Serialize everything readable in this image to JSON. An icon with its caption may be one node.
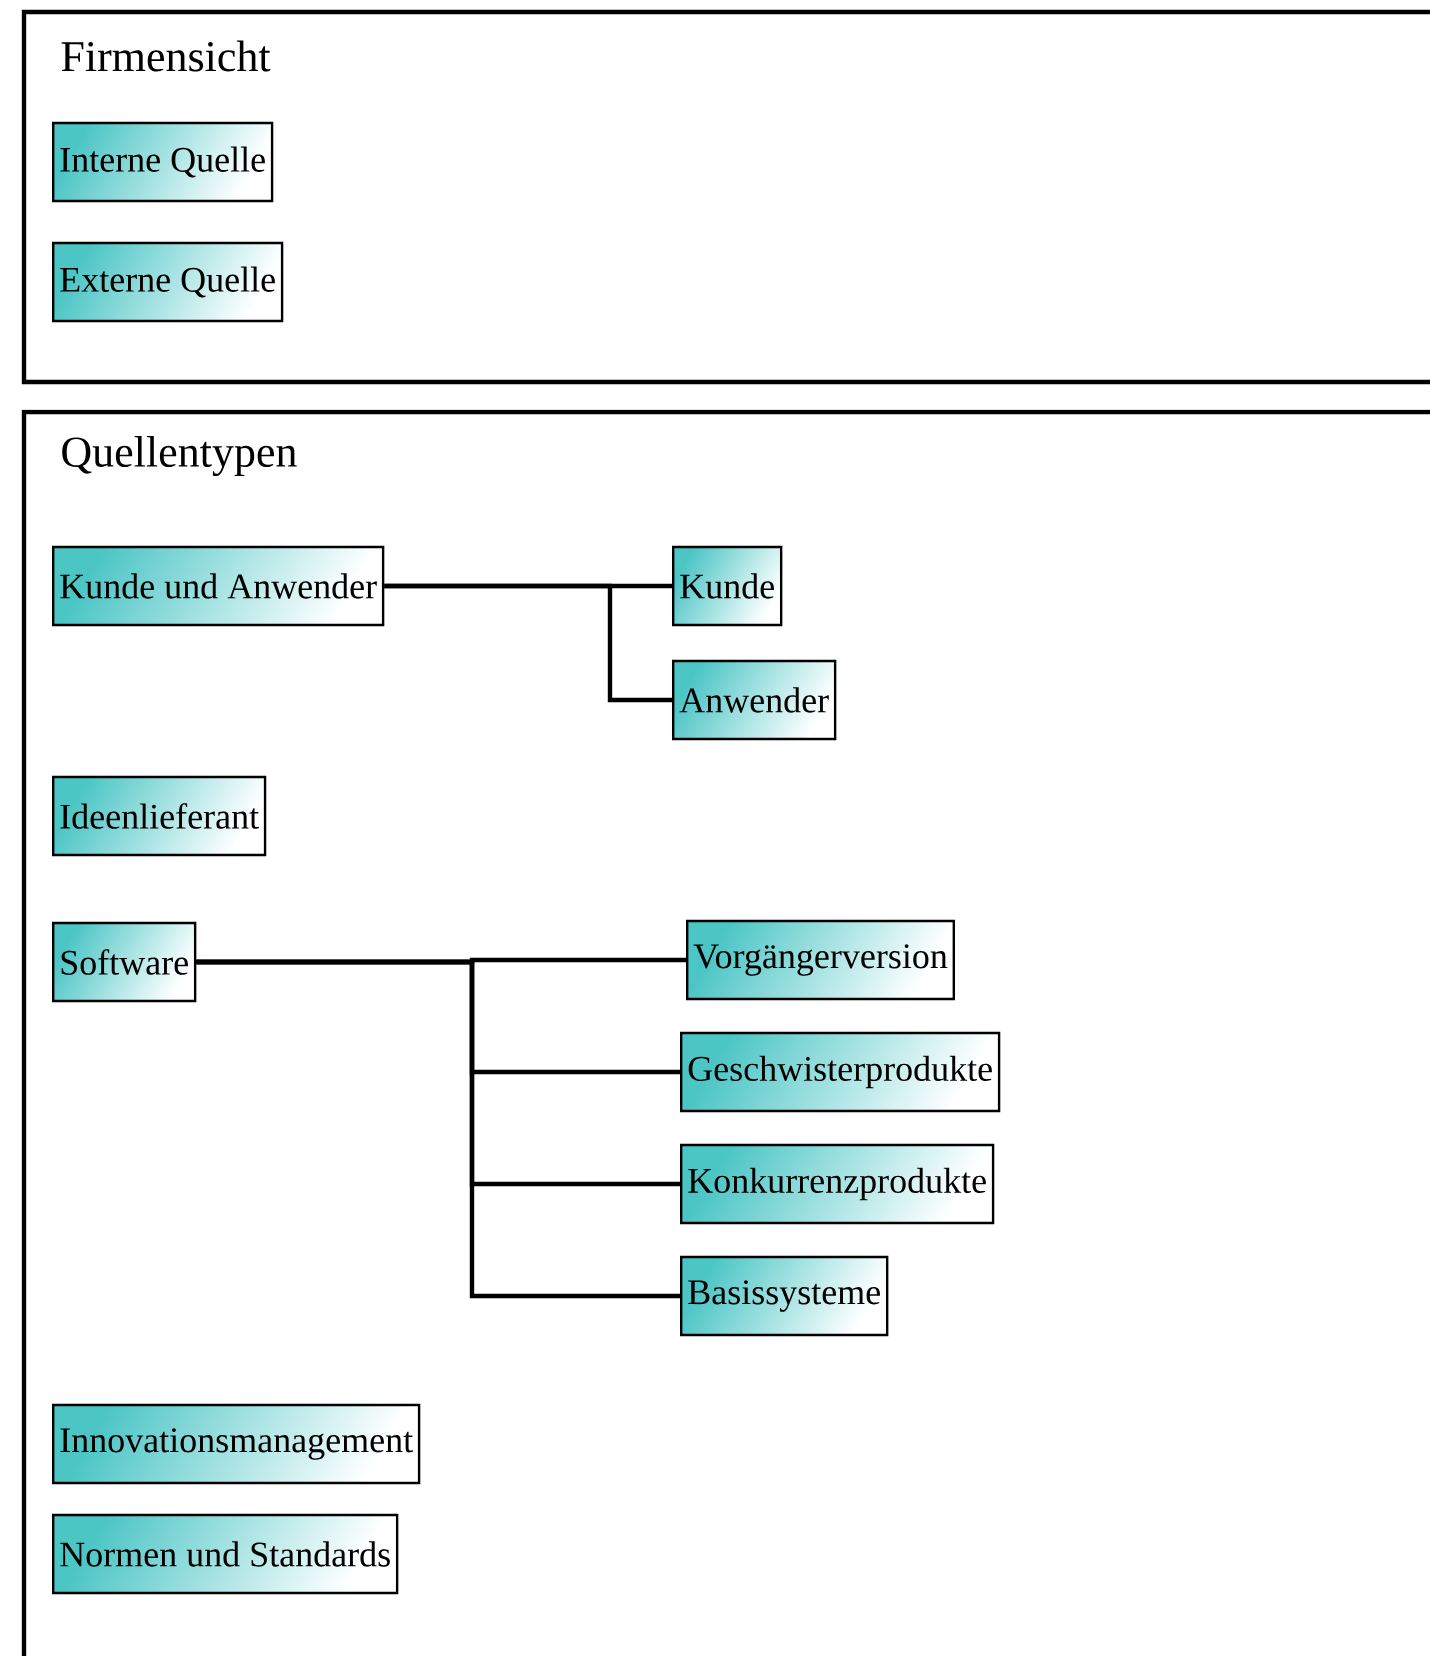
{
  "diagram": {
    "nodes": [
      {
        "text": [
          "Firmensicht"
        ]
      },
      {
        "text": [
          "Interne Quelle"
        ],
        "in": 0
      },
      {
        "text": [
          "Externe Quelle"
        ],
        "in": 0
      },
      {
        "text": [
          "Quellentypen"
        ]
      },
      {
        "text": [
          "Kunde und Anwender"
        ],
        "in": 3
      },
      {
        "text": [
          "Kunde"
        ],
        "in": 3
      },
      {
        "text": [
          "Anwender"
        ],
        "in": 3
      },
      {
        "text": [
          "Ideenlieferant"
        ],
        "in": 3
      },
      {
        "text": [
          "Software"
        ],
        "in": 3
      },
      {
        "text": [
          "Vorgängerversion"
        ],
        "in": 3
      },
      {
        "text": [
          "Geschwisterprodukte"
        ],
        "in": 3
      },
      {
        "text": [
          "Konkurrenzprodukte"
        ],
        "in": 3
      },
      {
        "text": [
          "Basissysteme"
        ],
        "in": 3
      },
      {
        "text": [
          "Innovationsmanagement"
        ],
        "in": 3
      },
      {
        "text": [
          "Normen und Standards"
        ],
        "in": 3
      }
    ],
    "edges": [
      {
        "from": 4,
        "to": 5,
        "arrow": "none"
      },
      {
        "from": 4,
        "to": 6,
        "arrow": "none"
      },
      {
        "from": 8,
        "to": 9,
        "arrow": "none"
      },
      {
        "from": 8,
        "to": 10,
        "arrow": "none"
      },
      {
        "from": 8,
        "to": 11,
        "arrow": "none"
      },
      {
        "from": 8,
        "to": 12,
        "arrow": "none"
      }
    ]
  }
}
